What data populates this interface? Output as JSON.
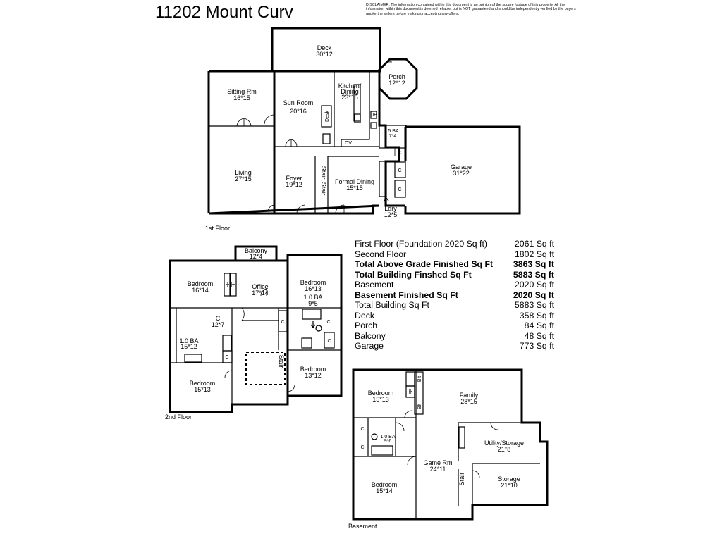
{
  "header": {
    "title": "11202 Mount Curv",
    "disclaimer": "DISCLAIMER: The information contained within this document is an opinion of the square footage of this property. All the information within this document is deemed reliable, but is NOT guaranteed and should be independently verified by the buyers and/or the sellers before making or accepting any offers."
  },
  "stats": [
    {
      "label": "First Floor (Foundation 2020 Sq ft)",
      "value": "2061 Sq ft",
      "bold": false
    },
    {
      "label": "Second Floor",
      "value": "1802 Sq ft",
      "bold": false
    },
    {
      "label": "Total Above Grade Finished Sq Ft",
      "value": "3863 Sq ft",
      "bold": true
    },
    {
      "label": "Total Building Finshed Sq Ft",
      "value": "5883 Sq ft",
      "bold": true
    },
    {
      "label": "Basement",
      "value": "2020 Sq ft",
      "bold": false
    },
    {
      "label": "Basement Finished Sq Ft",
      "value": "2020 Sq ft",
      "bold": true
    },
    {
      "label": "Total Building Sq Ft",
      "value": "5883 Sq ft",
      "bold": false
    },
    {
      "label": "Deck",
      "value": "358 Sq ft",
      "bold": false
    },
    {
      "label": "Porch",
      "value": "84 Sq ft",
      "bold": false
    },
    {
      "label": "Balcony",
      "value": "48 Sq ft",
      "bold": false
    },
    {
      "label": "Garage",
      "value": "773 Sq ft",
      "bold": false
    }
  ],
  "first_floor": {
    "label": "1st Floor",
    "rooms": {
      "deck": {
        "name": "Deck",
        "dim": "30*12"
      },
      "porch": {
        "name": "Porch",
        "dim": "12*12"
      },
      "sitting": {
        "name": "Sitting Rm",
        "dim": "16*15"
      },
      "sunroom": {
        "name": "Sun Room",
        "dim": "20*16"
      },
      "kitchen_l1": "Kitchen/",
      "kitchen_l2": "Dining",
      "kitchen_dim": "23*15",
      "halfbath": {
        "name": ".5 BA",
        "dim": "7*4"
      },
      "garage": {
        "name": "Garage",
        "dim": "31*22"
      },
      "living": {
        "name": "Living",
        "dim": "27*15"
      },
      "foyer": {
        "name": "Foyer",
        "dim": "19*12"
      },
      "formal": {
        "name": "Formal Dining",
        "dim": "15*15"
      },
      "laundry": {
        "name": "Ldry",
        "dim": "12*5"
      }
    },
    "fixtures": {
      "desk": "Desk",
      "stair1": "Stair",
      "stair2": "Stair",
      "ov": "OV",
      "db": "DB",
      "c1": "C",
      "c2": "C",
      "c3": "C"
    }
  },
  "second_floor": {
    "label": "2nd Floor",
    "rooms": {
      "balcony": {
        "name": "Balcony",
        "dim": "12*4"
      },
      "bedroom1": {
        "name": "Bedroom",
        "dim": "16*14"
      },
      "office": {
        "name": "Office",
        "dim": "17*14"
      },
      "bedroom2": {
        "name": "Bedroom",
        "dim": "16*13"
      },
      "bath1": {
        "name": "1.0 BA",
        "dim": "9*5"
      },
      "closet": {
        "name": "C",
        "dim": "12*7"
      },
      "bath2": {
        "name": "1.0 BA",
        "dim": "15*12"
      },
      "bedroom3": {
        "name": "Bedroom",
        "dim": "13*12"
      },
      "bedroom4": {
        "name": "Bedroom",
        "dim": "15*13"
      }
    },
    "fixtures": {
      "fp1": "FP",
      "fp2": "FP",
      "stair": "Stair",
      "c1": "C",
      "c2": "C",
      "c3": "C",
      "c4": "C"
    }
  },
  "basement": {
    "label": "Basement",
    "rooms": {
      "bedroom1": {
        "name": "Bedroom",
        "dim": "15*13"
      },
      "family": {
        "name": "Family",
        "dim": "28*15"
      },
      "bath": {
        "name": "1.0 BA",
        "dim": "9*6"
      },
      "utility": {
        "name": "Utility/Storage",
        "dim": "21*8"
      },
      "gameroom": {
        "name": "Game Rm",
        "dim": "24*11"
      },
      "storage": {
        "name": "Storage",
        "dim": "21*10"
      },
      "bedroom2": {
        "name": "Bedroom",
        "dim": "15*14"
      }
    },
    "fixtures": {
      "blt1": "Blt",
      "blt2": "Blt",
      "fp": "FP",
      "stair": "Stair",
      "c1": "C",
      "c2": "C"
    }
  }
}
